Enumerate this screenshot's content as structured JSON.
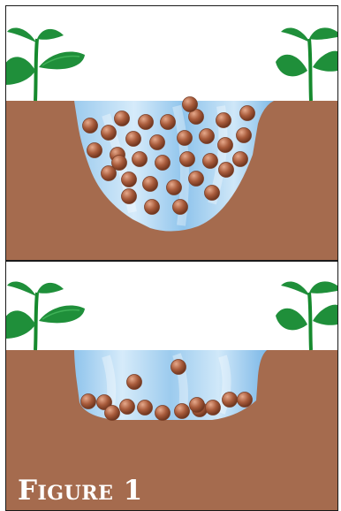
{
  "figure_label": {
    "first_letter": "F",
    "rest_smallcaps": "IGURE",
    "number": "1"
  },
  "colors": {
    "soil": "#a56b4e",
    "border": "#1a1a1a",
    "water_light": "#dceefa",
    "water_mid": "#a7d2f2",
    "water_deep": "#74b9ea",
    "particle_light": "#d9977a",
    "particle": "#a85b3b",
    "particle_dark": "#7a3e26",
    "leaf": "#1f8f3a",
    "leaf_light": "#3fb157",
    "stem": "#168a2e"
  },
  "panels": [
    {
      "name": "suspended",
      "particles_suspended": 33,
      "particles_settled": 0
    },
    {
      "name": "settled",
      "particles_suspended": 2,
      "particles_settled": 12
    }
  ]
}
